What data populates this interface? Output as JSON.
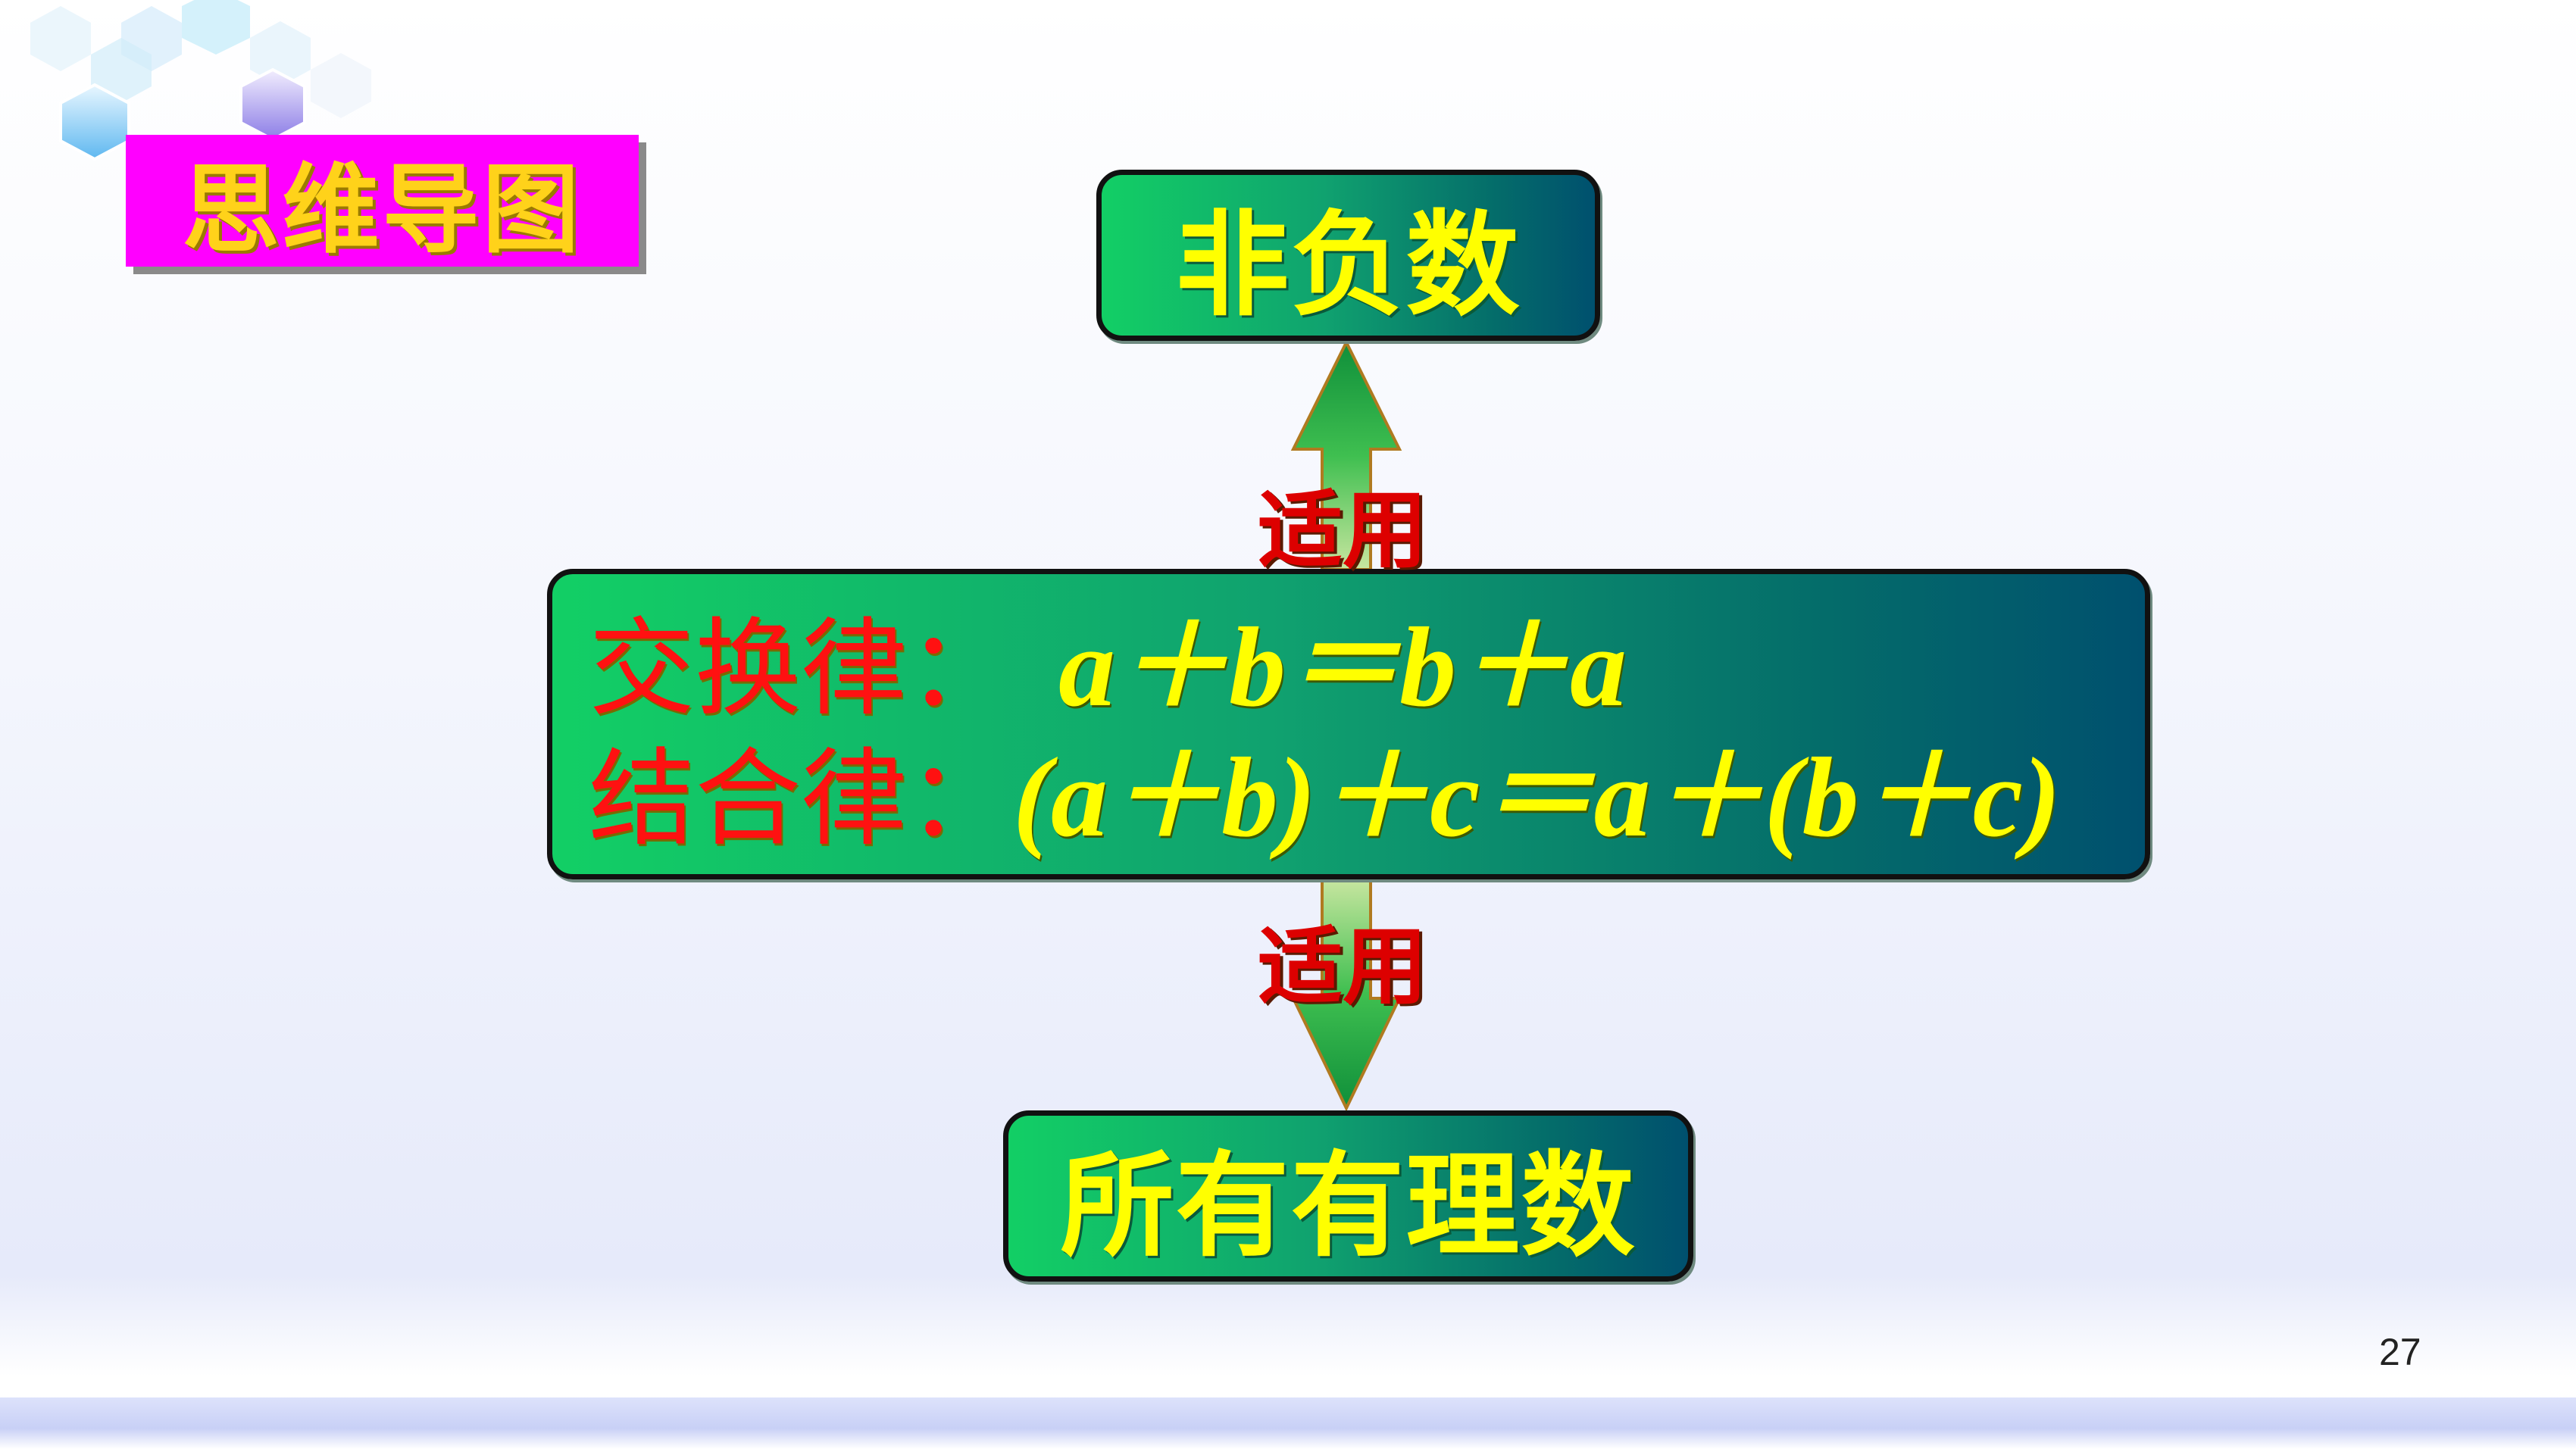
{
  "title_tag": "思维导图",
  "nodes": {
    "top": "非负数",
    "center": {
      "commutative": {
        "name": "交换律：",
        "formula": "a＋b＝b＋a"
      },
      "associative": {
        "name": "结合律：",
        "formula": "(a＋b)＋c＝a＋(b＋c)"
      }
    },
    "bottom": "所有有理数"
  },
  "edges": {
    "up_label": "适用",
    "down_label": "适用"
  },
  "page_number": "27",
  "colors": {
    "title_bg": "#ff00ff",
    "title_text": "#ffd21a",
    "node_green": "#12cf65",
    "node_teal": "#00506e",
    "node_text": "#ffff00",
    "law_name": "#ff1111",
    "edge_label": "#dd0000"
  }
}
